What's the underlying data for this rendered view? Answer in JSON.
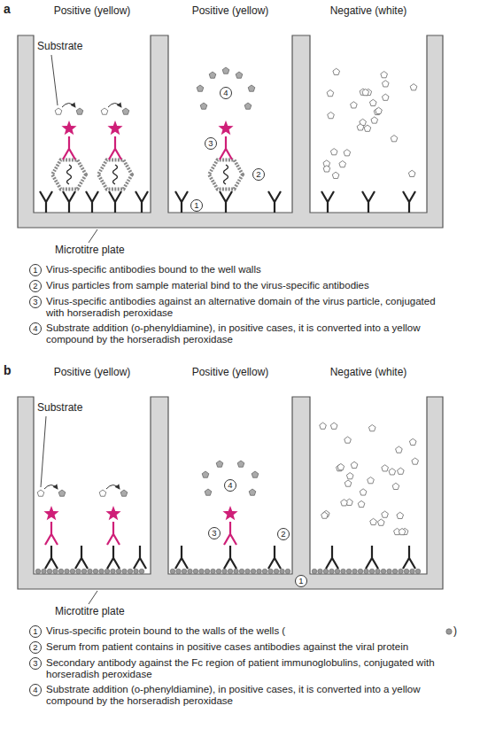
{
  "diagram": {
    "nodes": [
      {
        "text": [
          "1"
        ]
      },
      {
        "text": [
          "2"
        ]
      },
      {
        "text": [
          "3"
        ]
      },
      {
        "text": [
          "4"
        ]
      },
      {
        "text": [
          "1"
        ]
      },
      {
        "text": [
          "2"
        ]
      },
      {
        "text": [
          "3"
        ]
      },
      {
        "text": [
          "4"
        ]
      },
      {
        "text": [
          "1"
        ]
      },
      {
        "text": [
          "2"
        ]
      },
      {
        "text": [
          "3"
        ]
      },
      {
        "text": [
          "4"
        ]
      },
      {
        "text": [
          "1"
        ]
      },
      {
        "text": [
          "2"
        ]
      },
      {
        "text": [
          "3"
        ]
      },
      {
        "text": [
          "4"
        ]
      }
    ],
    "labels": [
      "a",
      "Positive (yellow)",
      "Positive (yellow)",
      "Negative (white)",
      "Substrate",
      "Microtitre plate",
      "Virus-specific antibodies bound to the well walls",
      "Virus particles from sample material bind to the virus-specific antibodies",
      "Virus-specific antibodies against an alternative domain of the virus particle, conjugated with horseradish peroxidase",
      "Substrate addition (o-phenyldiamine), in positive cases, it is converted into a yellow compound by the horseradish peroxidase",
      "b",
      "Positive (yellow)",
      "Positive (yellow)",
      "Negative (white)",
      "Substrate",
      "Microtitre plate",
      "Virus-specific protein bound to the walls of the wells (",
      ")",
      "Serum from patient contains in positive cases antibodies against the viral protein",
      "Secondary antibody against the Fc region of patient immunoglobulins, conjugated with horseradish peroxidase",
      "Substrate addition (o-phenyldiamine), in positive cases, it is converted into a yellow compound by the horseradish peroxidase"
    ]
  }
}
